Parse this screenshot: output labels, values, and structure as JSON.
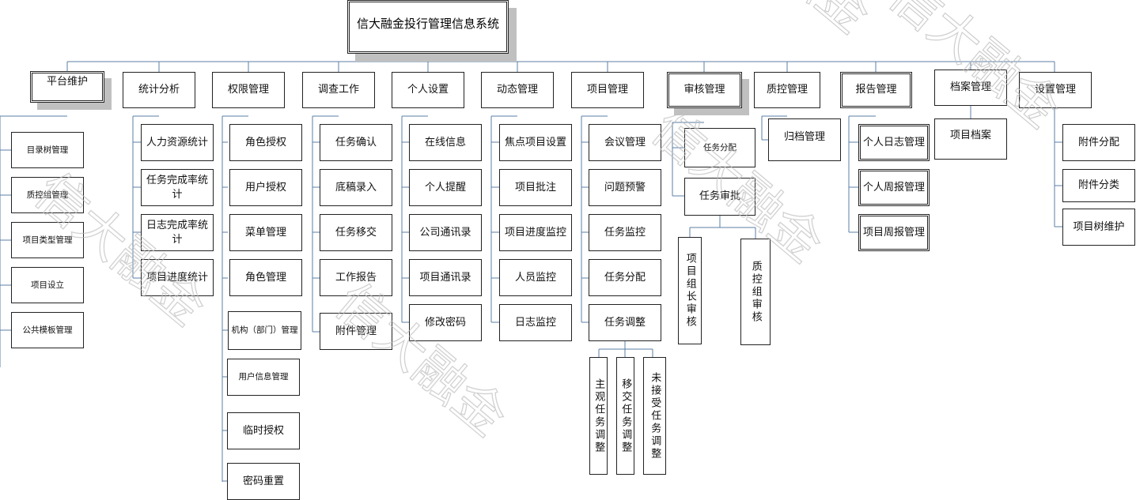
{
  "title": "信大融金投行管理信息系统",
  "columns": [
    {
      "name": "平台维护",
      "items": [
        "目录树管理",
        "质控组管理",
        "项目类型管理",
        "项目设立",
        "公共模板管理"
      ]
    },
    {
      "name": "统计分析",
      "items": [
        "人力资源统计",
        "任务完成率统计",
        "日志完成率统计",
        "项目进度统计"
      ]
    },
    {
      "name": "权限管理",
      "items": [
        "角色授权",
        "用户授权",
        "菜单管理",
        "角色管理",
        "机构（部门）管理",
        "用户信息管理",
        "临时授权",
        "密码重置"
      ]
    },
    {
      "name": "调查工作",
      "items": [
        "任务确认",
        "底稿录入",
        "任务移交",
        "工作报告",
        "附件管理"
      ]
    },
    {
      "name": "个人设置",
      "items": [
        "在线信息",
        "个人提醒",
        "公司通讯录",
        "项目通讯录",
        "修改密码"
      ]
    },
    {
      "name": "动态管理",
      "items": [
        "焦点项目设置",
        "项目批注",
        "项目进度监控",
        "人员监控",
        "日志监控"
      ]
    },
    {
      "name": "项目管理",
      "items": [
        "会议管理",
        "问题预警",
        "任务监控",
        "任务分配",
        "任务调整"
      ],
      "sub": [
        "主观任务调整",
        "移交任务调整",
        "未接受任务调整"
      ]
    },
    {
      "name": "审核管理",
      "items": [
        "任务分配",
        "任务审批"
      ],
      "sub": [
        "项目组长审核",
        "质控组审核"
      ]
    },
    {
      "name": "质控管理",
      "items": [
        "归档管理"
      ]
    },
    {
      "name": "报告管理",
      "items": [
        "个人日志管理",
        "个人周报管理",
        "项目周报管理"
      ]
    },
    {
      "name": "档案管理",
      "items": [
        "项目档案"
      ]
    },
    {
      "name": "设置管理",
      "items": [
        "附件分配",
        "附件分类",
        "项目树维护"
      ]
    }
  ],
  "watermark": "信大融金",
  "colors": {
    "connector": "#5b7fa6",
    "border": "#222222",
    "shadow": "#c0c0c0"
  }
}
